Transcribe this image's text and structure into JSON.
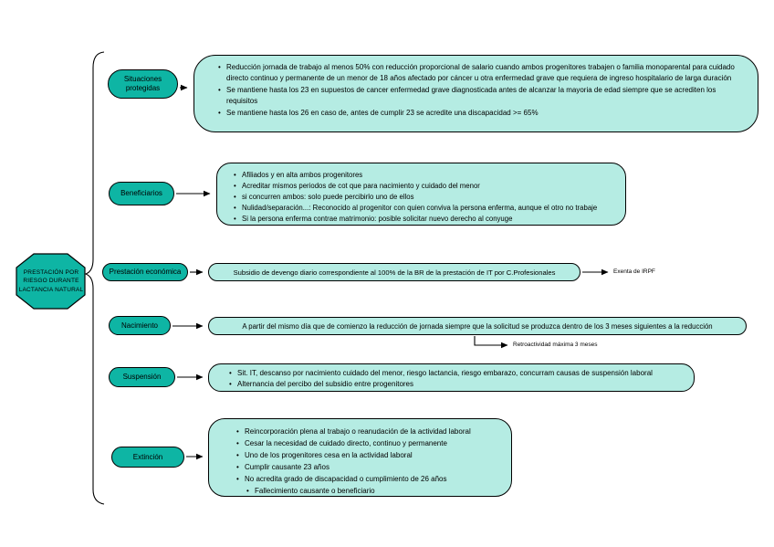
{
  "colors": {
    "teal": "#0eb5a4",
    "mint": "#b5ece3",
    "ink": "#000000",
    "bg": "#ffffff"
  },
  "root": {
    "label": "PRESTACIÓN POR RIESGO DURANTE LACTANCIA NATURAL"
  },
  "branches": [
    {
      "label": "Situaciones protegidas",
      "items": [
        "Reducción jornada de trabajo al menos 50% con reducción proporcional de salario cuando ambos progenitores trabajen o familia monoparental para cuidado directo continuo y permanente de un menor de 18 años afectado por cáncer u otra enfermedad grave que requiera de ingreso hospitalario de larga duración",
        "Se mantiene hasta los 23 en supuestos de cancer enfermedad grave diagnosticada antes de alcanzar la mayoria de edad siempre que se acrediten los requisitos",
        "Se mantiene hasta los 26 en caso de, antes de cumplir 23 se acredite una discapacidad >= 65%"
      ]
    },
    {
      "label": "Beneficiarios",
      "items": [
        "Afiliados y en alta ambos progenitores",
        "Acreditar mismos periodos de cot que para nacimiento y cuidado del menor",
        "si concurren ambos: solo puede percibirlo uno de ellos",
        "Nulidad/separación...: Reconocido al progenitor con quien conviva la persona enferma, aunque el otro no trabaje",
        "Si la persona enferma contrae matrimonio: posible solicitar nuevo derecho al conyuge"
      ]
    },
    {
      "label": "Prestación económica",
      "text": "Subsidio de devengo diario correspondiente al 100% de la BR de la prestación de IT por C.Profesionales",
      "annotation": "Exenta de IRPF"
    },
    {
      "label": "Nacimiento",
      "text": "A partir del mismo día que de comienzo la reducción de jornada siempre que la solicitud se produzca dentro de los 3 meses siguientes a la reducción",
      "annotation": "Retroactividad máxima 3 meses"
    },
    {
      "label": "Suspensión",
      "items": [
        "Sit. IT, descanso por nacimiento cuidado del menor, riesgo lactancia, riesgo embarazo, concurram causas de suspensión laboral",
        "Alternancia del percibo del subsidio entre progenitores"
      ]
    },
    {
      "label": "Extinción",
      "items": [
        "Reincorporación plena al trabajo o reanudación de la actividad laboral",
        "Cesar la necesidad de cuidado directo, continuo y permanente",
        "Uno de los progenitores cesa en la actividad laboral",
        "Cumplir causante 23 años",
        "No acredita grado de discapacidad o cumplimiento de 26 años",
        "Fallecimiento causante o beneficiario"
      ]
    }
  ]
}
